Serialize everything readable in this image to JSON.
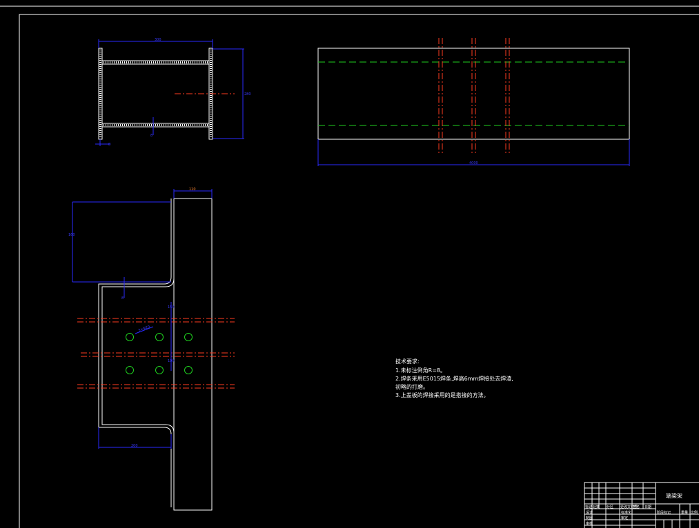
{
  "colors": {
    "background": "#000000",
    "outline": "#ffffff",
    "dimension": "#2a2aff",
    "centerline": "#ff3b1f",
    "hole": "#1fd01f"
  },
  "notes": {
    "heading": "技术要求:",
    "lines": [
      "1.未标注倒角R=8。",
      "2.焊条采用E5015焊条,焊高6mm焊接处去焊渣,",
      "初略的打磨。",
      "3.上盖板的焊接采用的是搭接的方法。"
    ]
  },
  "title_block": {
    "title": "端梁架",
    "headers": [
      "标记",
      "处数",
      "分区",
      "更改文件号",
      "签名",
      "日期"
    ],
    "rows": [
      "设计",
      "制图",
      "审核"
    ],
    "mid_labels": [
      "标准化",
      "审定"
    ],
    "footer": [
      "阶段标记",
      "重量",
      "比例"
    ]
  }
}
